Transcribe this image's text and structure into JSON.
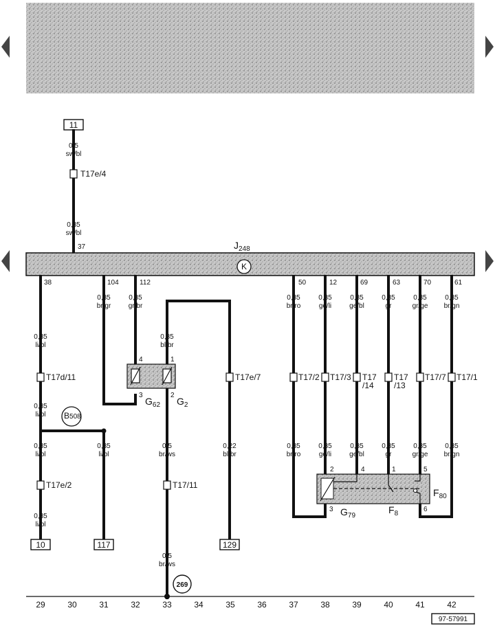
{
  "title_component": "J",
  "title_sub": "248",
  "busbar_symbol": "K",
  "refs": {
    "top": "11",
    "bot": [
      "10",
      "117",
      "129"
    ],
    "circle_269": "269",
    "circle_b": "B",
    "circle_b_sub": "508"
  },
  "top_wire": {
    "size1": "0,5",
    "color1": "sw/bl",
    "conn": "T17e/4",
    "size2": "0,35",
    "color2": "sw/bl",
    "pin": "37"
  },
  "pins": [
    "38",
    "104",
    "112",
    "50",
    "12",
    "69",
    "63",
    "70",
    "61"
  ],
  "wires": {
    "w38": [
      "0,35",
      "li/bl"
    ],
    "w104": [
      "0,35",
      "br/gr"
    ],
    "w112": [
      "0,35",
      "gr/br"
    ],
    "g2in": [
      "0,35",
      "bl/br"
    ],
    "w50": [
      "0,35",
      "br/ro"
    ],
    "w12": [
      "0,35",
      "ge/li"
    ],
    "w69": [
      "0,35",
      "ge/bl"
    ],
    "w63": [
      "0,35",
      "gr"
    ],
    "w70": [
      "0,35",
      "gr/ge"
    ],
    "w61": [
      "0,35",
      "br/gn"
    ]
  },
  "lower_wires": {
    "a": [
      "0,35",
      "li/bl"
    ],
    "b": [
      "0,35",
      "li/bl"
    ],
    "c": [
      "0,35",
      "li/bl"
    ],
    "d": [
      "0,35",
      "li/bl"
    ],
    "e": [
      "0,5",
      "br/ws"
    ],
    "f": [
      "0,22",
      "bl/br"
    ],
    "g": [
      "0,5",
      "br/ws"
    ],
    "r1": [
      "0,35",
      "br/ro"
    ],
    "r2": [
      "0,35",
      "ge/li"
    ],
    "r3": [
      "0,35",
      "ge/bl"
    ],
    "r4": [
      "0,35",
      "gr"
    ],
    "r5": [
      "0,35",
      "gr/ge"
    ],
    "r6": [
      "0,35",
      "br/gn"
    ]
  },
  "connectors": {
    "t17d11": "T17d/11",
    "t17e2": "T17e/2",
    "t17e7": "T17e/7",
    "t1711": "T17/11",
    "t172": "T17/2",
    "t173": "T17/3",
    "t17_14a": "T17",
    "t17_14b": "/14",
    "t17_13a": "T17",
    "t17_13b": "/13",
    "t177": "T17/7",
    "t171": "T17/1"
  },
  "components": {
    "g62": "G",
    "g62_sub": "62",
    "g2": "G",
    "g2_sub": "2",
    "g79": "G",
    "g79_sub": "79",
    "f8": "F",
    "f8_sub": "8",
    "f80": "F",
    "f80_sub": "80"
  },
  "sensor_pins": {
    "g62_top": "4",
    "g62_bot": "3",
    "g2_top": "1",
    "g2_bot": "2",
    "g79_a": "2",
    "g79_b": "4",
    "g79_c": "3",
    "f8_a": "1",
    "f80_a": "5",
    "f80_b": "6"
  },
  "bottom_scale": [
    "29",
    "30",
    "31",
    "32",
    "33",
    "34",
    "35",
    "36",
    "37",
    "38",
    "39",
    "40",
    "41",
    "42"
  ],
  "doc_code": "97-57991"
}
